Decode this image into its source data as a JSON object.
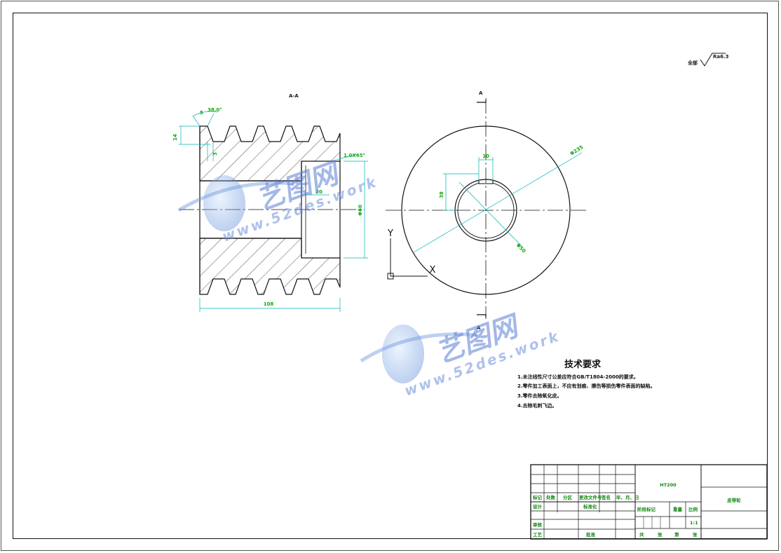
{
  "view_label": "A-A",
  "dimensions": {
    "groove_angle": "38.0°",
    "groove_depth": "14",
    "groove_top": "5",
    "groove_bottom": "3",
    "chamfer": "1.0X45°",
    "bore_step": "20",
    "bore_diameter": "Φ60",
    "overall_length": "108",
    "keyway_width": "10",
    "keyway_depth": "38",
    "outer_diameter": "Φ235",
    "bore_small": "Φ50"
  },
  "section_marks": {
    "top": "A",
    "bottom": "A"
  },
  "ucs": {
    "x_label": "X",
    "y_label": "Y"
  },
  "roughness": {
    "prefix": "全部",
    "value": "Ra6.3"
  },
  "watermarks": [
    {
      "cn": "艺图网",
      "url": "www.52des.work"
    },
    {
      "cn": "艺图网",
      "url": "www.52des.work"
    }
  ],
  "tech_requirements": {
    "title": "技术要求",
    "items": [
      "1.未注线性尺寸公差应符合GB/T1804-2000的要求。",
      "2.零件加工表面上，不应有划痕、擦伤等损伤零件表面的缺陷。",
      "3.零件去除氧化皮。",
      "4.去除毛刺飞边。"
    ]
  },
  "title_block": {
    "material": "HT200",
    "part_name": "皮带轮",
    "labels": {
      "mark": "标记",
      "count": "处数",
      "zone": "分区",
      "doc_no": "更改文件号",
      "sign": "签名",
      "date": "年、月、日",
      "design": "设计",
      "standard": "标准化",
      "stage_mark": "阶段标记",
      "weight": "重量",
      "scale": "比例",
      "review": "审核",
      "process": "工艺",
      "approve": "批准",
      "total": "共",
      "sheet": "张",
      "page": "第",
      "page_unit": "张"
    },
    "scale_value": "1:1"
  }
}
